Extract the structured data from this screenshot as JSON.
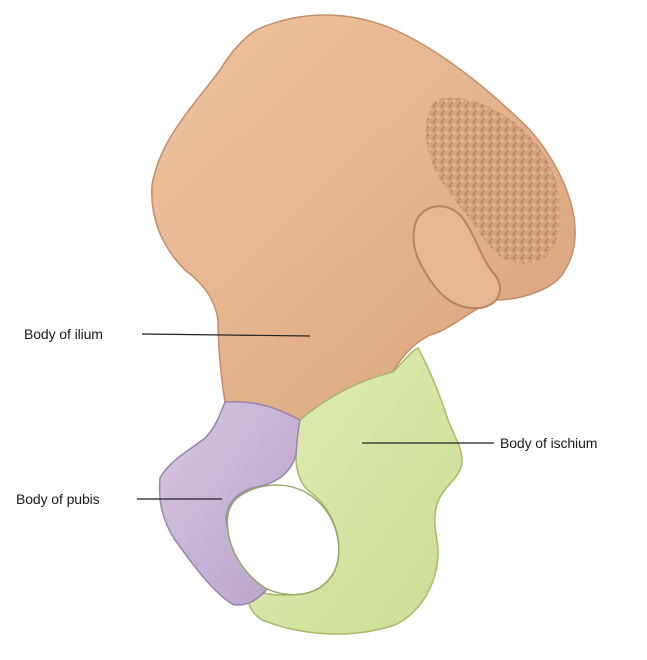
{
  "labels": {
    "ilium": "Body of ilium",
    "ischium": "Body of ischium",
    "pubis": "Body of pubis"
  },
  "colors": {
    "ilium": "#e8b995",
    "ischium": "#d8e6a4",
    "pubis": "#c9b6d6",
    "background": "#ffffff",
    "leader_line": "#222222"
  }
}
